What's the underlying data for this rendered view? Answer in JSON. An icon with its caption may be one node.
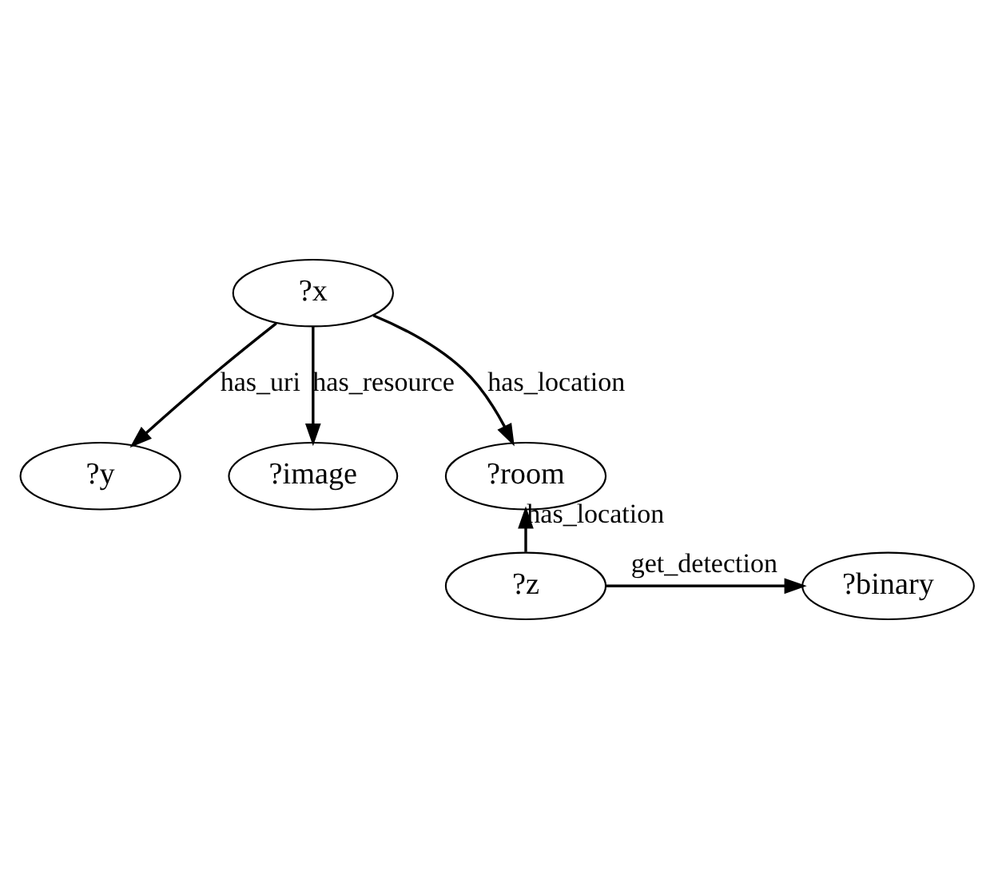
{
  "diagram": {
    "nodes": [
      {
        "text": [
          "?x"
        ]
      },
      {
        "text": [
          "?y"
        ]
      },
      {
        "text": [
          "?image"
        ]
      },
      {
        "text": [
          "?room"
        ]
      },
      {
        "text": [
          "?binary"
        ]
      },
      {
        "text": [
          "?z"
        ]
      }
    ],
    "edges": [
      {
        "from": 0,
        "to": 1,
        "arrow": "to",
        "label": "has_uri"
      },
      {
        "from": 0,
        "to": 2,
        "arrow": "to",
        "label": "has_resource"
      },
      {
        "from": 0,
        "to": 3,
        "arrow": "to",
        "label": "has_location"
      },
      {
        "from": 5,
        "to": 3,
        "arrow": "to",
        "label": "has_location"
      },
      {
        "from": 5,
        "to": 4,
        "arrow": "to",
        "label": "get_detection"
      }
    ]
  }
}
